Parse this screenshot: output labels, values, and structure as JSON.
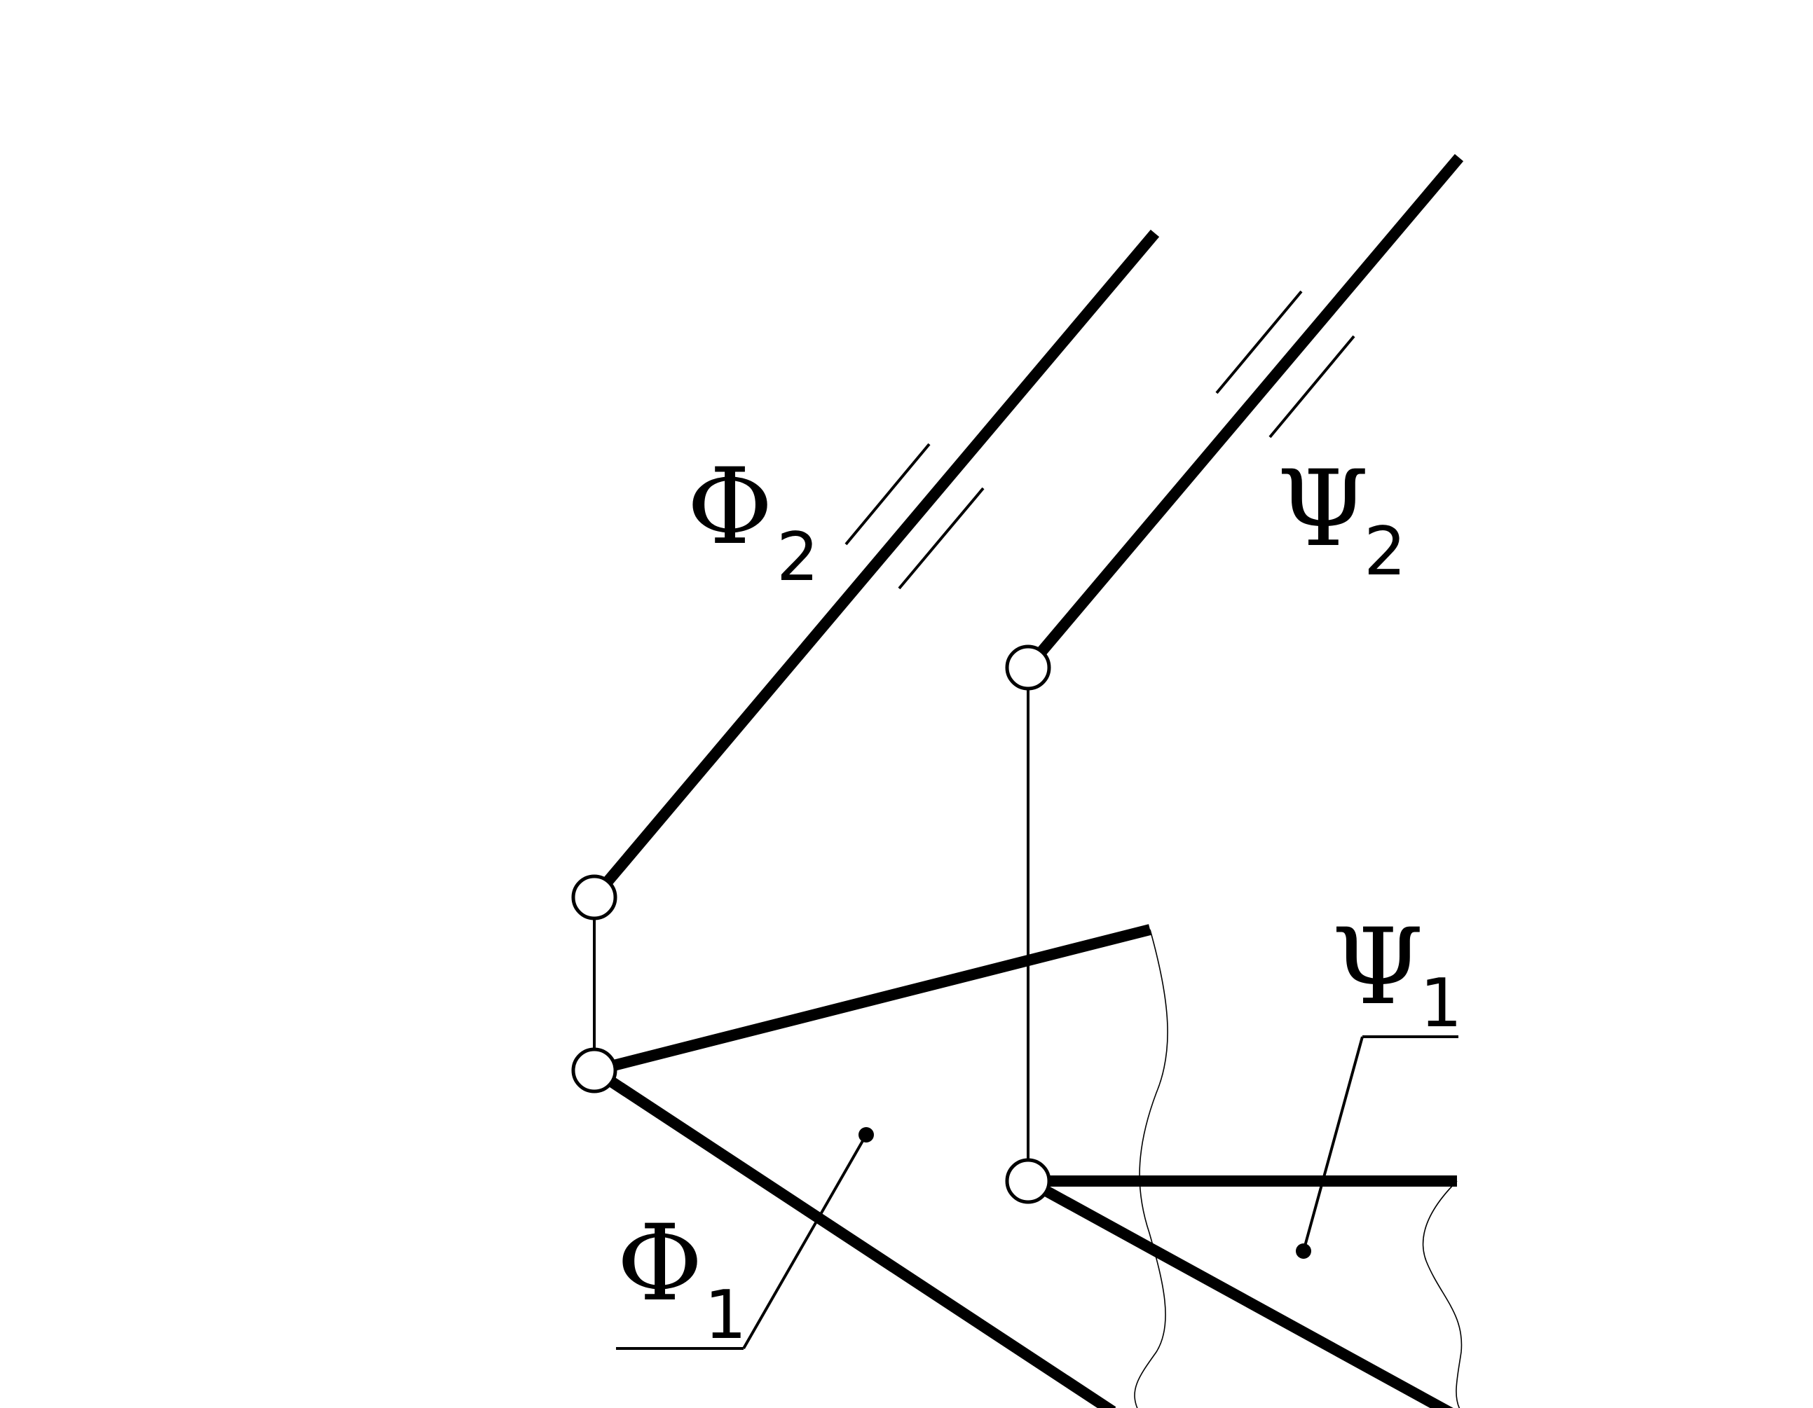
{
  "labels": {
    "phi2": {
      "symbol": "Φ",
      "subscript": "2"
    },
    "psi2": {
      "symbol": "Ψ",
      "subscript": "2"
    },
    "psi1": {
      "symbol": "Ψ",
      "subscript": "1"
    },
    "phi1": {
      "symbol": "Φ",
      "subscript": "1"
    }
  },
  "colors": {
    "ink": "#000000",
    "background": "#ffffff"
  }
}
